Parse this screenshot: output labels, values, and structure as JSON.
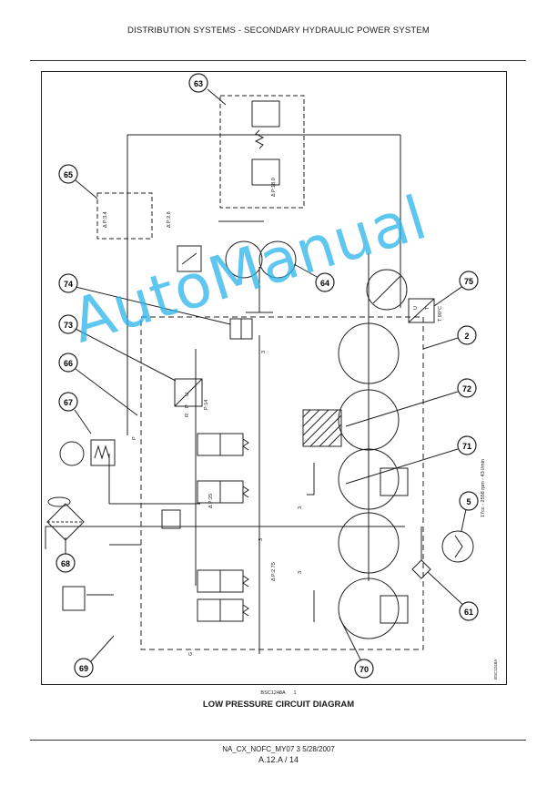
{
  "header": {
    "title": "DISTRIBUTION SYSTEMS - SECONDARY HYDRAULIC POWER SYSTEM"
  },
  "diagram": {
    "callouts": [
      "63",
      "65",
      "74",
      "73",
      "66",
      "67",
      "68",
      "69",
      "70",
      "71",
      "72",
      "2",
      "75",
      "5",
      "61",
      "64"
    ],
    "labels": {
      "p34": "Δ P:3.4",
      "p28": "Δ P:2.8",
      "p180": "Δ P:18.0",
      "p14": "P:14",
      "p25": "Δ P:25",
      "p275": "Δ P:2.75",
      "t90": "T 90°C",
      "rpm": "17cc - 2558 rpm - 43 l/min",
      "u_upper": "U",
      "u_lower": "U",
      "t_letter": "T",
      "p_letter": "P",
      "p_left": "P",
      "r_letter": "R",
      "g_letter": "G",
      "three_a": "3",
      "three_b": "3",
      "three_c": "3",
      "three_d": "3",
      "drawing_code": "BSC1248A"
    }
  },
  "watermark": {
    "text": "AutoManual",
    "color": "#2ab4ea"
  },
  "figure": {
    "ref_code": "BSC1248A",
    "ref_num": "1",
    "title": "LOW PRESSURE CIRCUIT DIAGRAM"
  },
  "footer": {
    "line1": "NA_CX_NOFC_MY07 3 5/28/2007",
    "line2": "A.12.A / 14"
  }
}
